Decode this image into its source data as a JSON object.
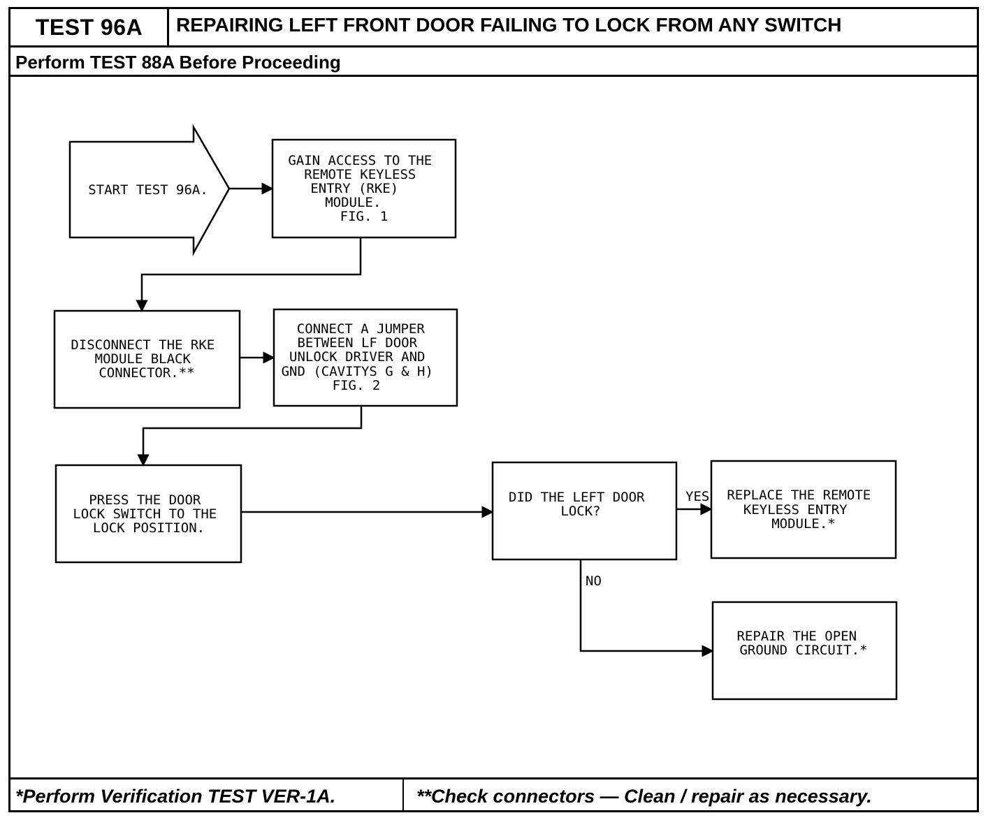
{
  "header": {
    "test_id": "TEST 96A",
    "title": "REPAIRING LEFT FRONT DOOR FAILING TO LOCK FROM ANY SWITCH",
    "prerequisite": "Perform TEST 88A Before Proceeding"
  },
  "flowchart": {
    "start": [
      "START TEST 96A."
    ],
    "gain_access": [
      "GAIN ACCESS TO THE",
      "REMOTE KEYLESS",
      "ENTRY (RKE)",
      "MODULE.",
      "FIG. 1"
    ],
    "disconnect": [
      "DISCONNECT THE RKE",
      "MODULE BLACK",
      "CONNECTOR.**"
    ],
    "connect_jumper": [
      "CONNECT A JUMPER",
      "BETWEEN LF DOOR",
      "UNLOCK DRIVER AND",
      "GND (CAVITYS G & H)",
      "FIG. 2"
    ],
    "press_switch": [
      "PRESS THE DOOR",
      "LOCK SWITCH TO THE",
      "LOCK POSITION."
    ],
    "decision": [
      "DID THE LEFT DOOR",
      "LOCK?"
    ],
    "replace_module": [
      "REPLACE THE REMOTE",
      "KEYLESS ENTRY",
      "MODULE.*"
    ],
    "repair_ground": [
      "REPAIR THE OPEN",
      "GROUND CIRCUIT.*"
    ],
    "yes_label": "YES",
    "no_label": "NO"
  },
  "footer": {
    "note_single": "*Perform Verification TEST VER-1A.",
    "note_double": "**Check connectors — Clean / repair as necessary."
  }
}
